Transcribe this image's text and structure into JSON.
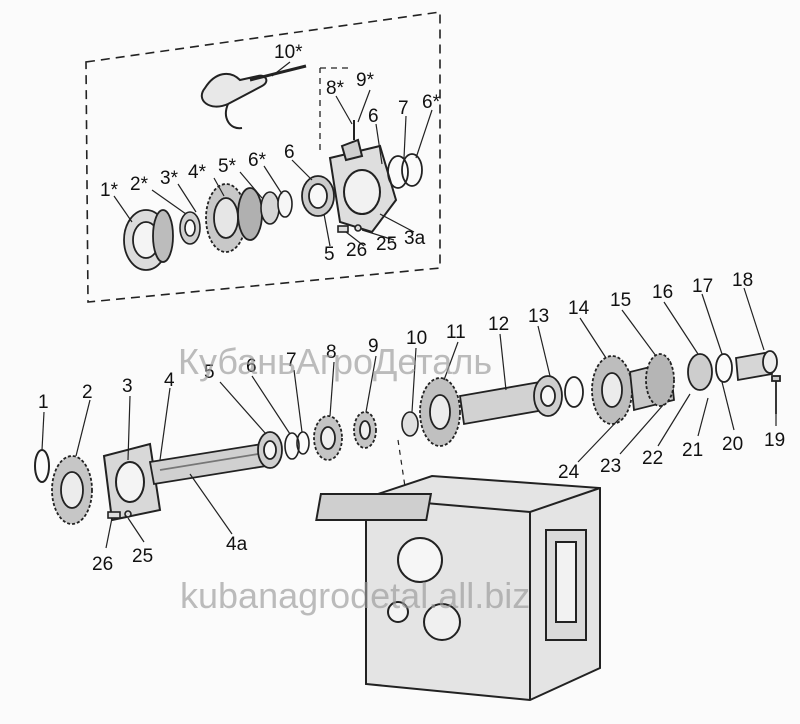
{
  "labels": {
    "inset": [
      "10*",
      "8*",
      "9*",
      "6",
      "7",
      "6*",
      "1*",
      "2*",
      "3*",
      "4*",
      "5*",
      "6*",
      "6",
      "5",
      "26",
      "25",
      "3a"
    ],
    "main": [
      "1",
      "2",
      "3",
      "4",
      "4a",
      "5",
      "6",
      "7",
      "8",
      "9",
      "10",
      "11",
      "12",
      "13",
      "14",
      "15",
      "16",
      "17",
      "18",
      "19",
      "20",
      "21",
      "22",
      "23",
      "24",
      "26",
      "25"
    ]
  },
  "watermarks": {
    "top": "КубаньАгроДеталь",
    "bottom": "kubanagrodetal.all.biz"
  }
}
